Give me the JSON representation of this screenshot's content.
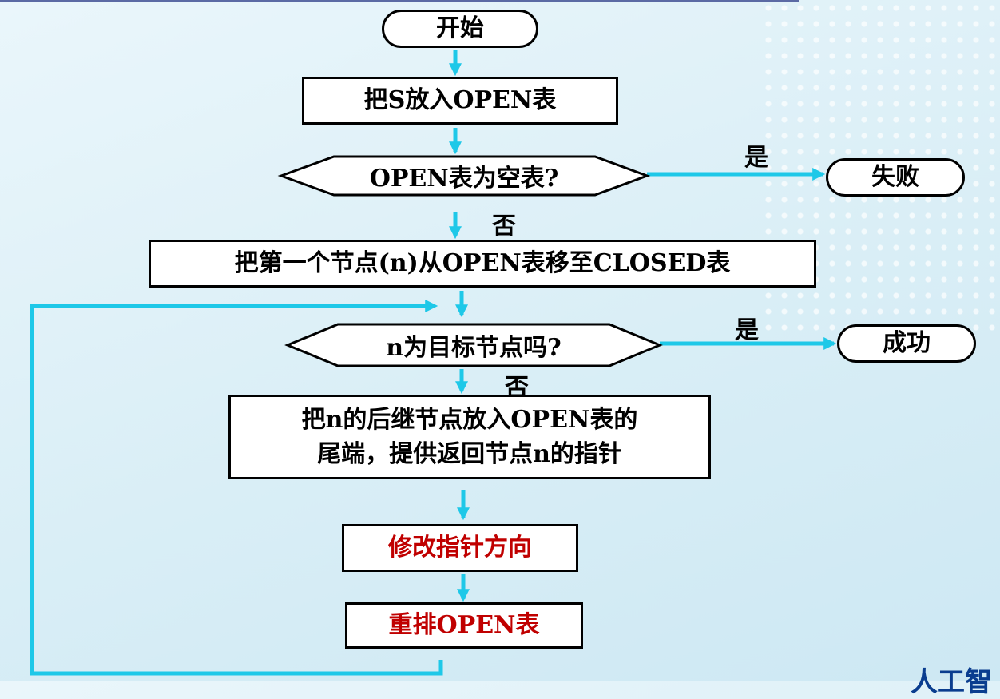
{
  "flowchart": {
    "start": "开始",
    "put_s_open": "把S放入OPEN表",
    "open_empty": "OPEN表为空表?",
    "fail": "失败",
    "move_first": "把第一个节点(n)从OPEN表移至CLOSED表",
    "is_goal": "n为目标节点吗?",
    "success": "成功",
    "expand_line1": "把n的后继节点放入OPEN表的",
    "expand_line2": "尾端，提供返回节点n的指针",
    "modify_pointer": "修改指针方向",
    "reorder_open": "重排OPEN表",
    "yes": "是",
    "no": "否"
  },
  "branding": {
    "partial_text": "人工智"
  },
  "colors": {
    "arrow": "#1ec8e8",
    "highlight_text": "#c00000",
    "box_border": "#000000"
  }
}
